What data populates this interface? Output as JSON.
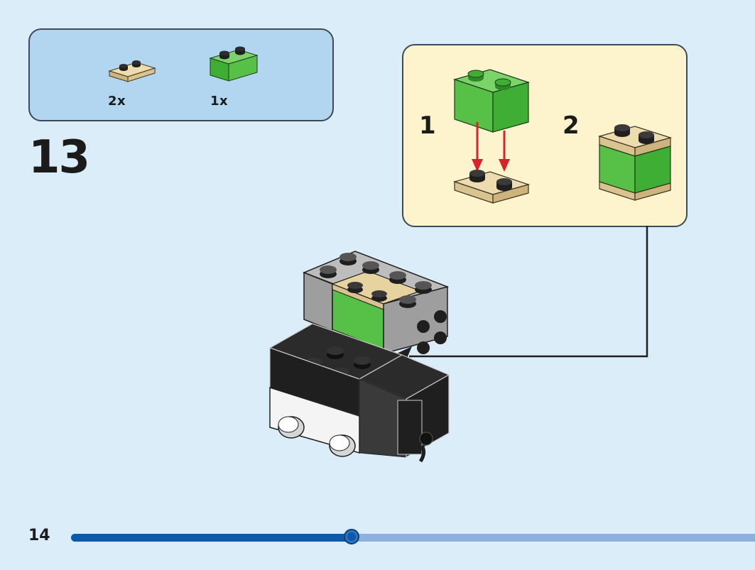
{
  "parts_list": {
    "items": [
      {
        "quantity": "2x",
        "color": "tan",
        "shape": "plate-1x2"
      },
      {
        "quantity": "1x",
        "color": "bright-green",
        "shape": "brick-1x2"
      }
    ]
  },
  "step": {
    "number": "13"
  },
  "sub_assembly": {
    "steps": [
      {
        "label": "1"
      },
      {
        "label": "2"
      }
    ]
  },
  "footer": {
    "page_number": "14",
    "progress_fraction": 0.41
  },
  "colors": {
    "tan": "#e3cf9c",
    "green": "#56c146",
    "black": "#1f1f1f",
    "gray": "#a7a7a7",
    "white": "#f4f4f4",
    "arrow_red": "#d8232a",
    "background": "#dcedfa",
    "parts_box": "#b3d6f0",
    "sub_box": "#fdf3cd",
    "progress": "#0c5aa8"
  }
}
